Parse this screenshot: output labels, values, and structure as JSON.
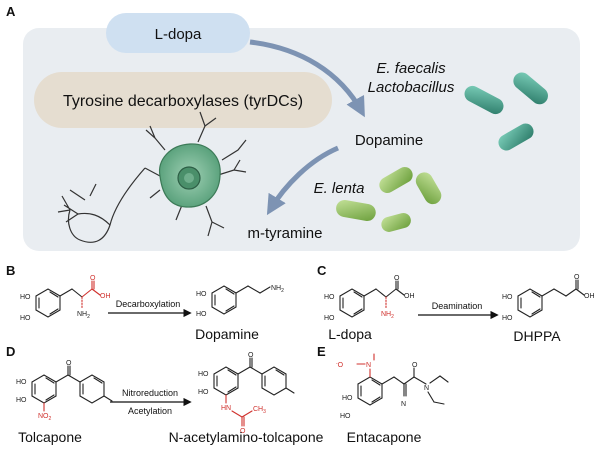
{
  "panels": {
    "A": {
      "letter": "A",
      "ldopa": "L-dopa",
      "enzyme": "Tyrosine decarboxylases (tyrDCs)",
      "bacteria1_line1": "E. faecalis",
      "bacteria1_line2": "Lactobacillus",
      "dopamine": "Dopamine",
      "bacteria2": "E. lenta",
      "mtyramine": "m-tyramine"
    },
    "B": {
      "letter": "B",
      "arrow_label": "Decarboxylation",
      "product": "Dopamine"
    },
    "C": {
      "letter": "C",
      "substrate": "L-dopa",
      "arrow_label": "Deamination",
      "product": "DHPPA"
    },
    "D": {
      "letter": "D",
      "substrate": "Tolcapone",
      "arrow_label_top": "Nitroreduction",
      "arrow_label_bottom": "Acetylation",
      "product": "N-acetylamino-tolcapone"
    },
    "E": {
      "letter": "E",
      "compound": "Entacapone"
    }
  },
  "atoms": {
    "HO": "HO",
    "OH": "OH",
    "O": "O",
    "NH2": "NH",
    "NH2_sub": "2",
    "NO2": "NO",
    "NO2_sub": "2",
    "HN": "HN",
    "CH3": "CH",
    "CH3_sub": "3",
    "N": "N",
    "N_plus": "N",
    "O_minus": "O"
  },
  "colors": {
    "panel_bg": "#e9edf1",
    "ldopa_box": "#cfe0f1",
    "enzyme_box": "#e5ddd0",
    "arrow": "#7d93b3",
    "highlight": "#d0312d",
    "neuron": "#6fae8c",
    "bacteria_teal": "#3f9a87",
    "bacteria_green": "#8cbf5a"
  },
  "icons": [
    "neuron-icon",
    "rod-bacteria-icon"
  ]
}
